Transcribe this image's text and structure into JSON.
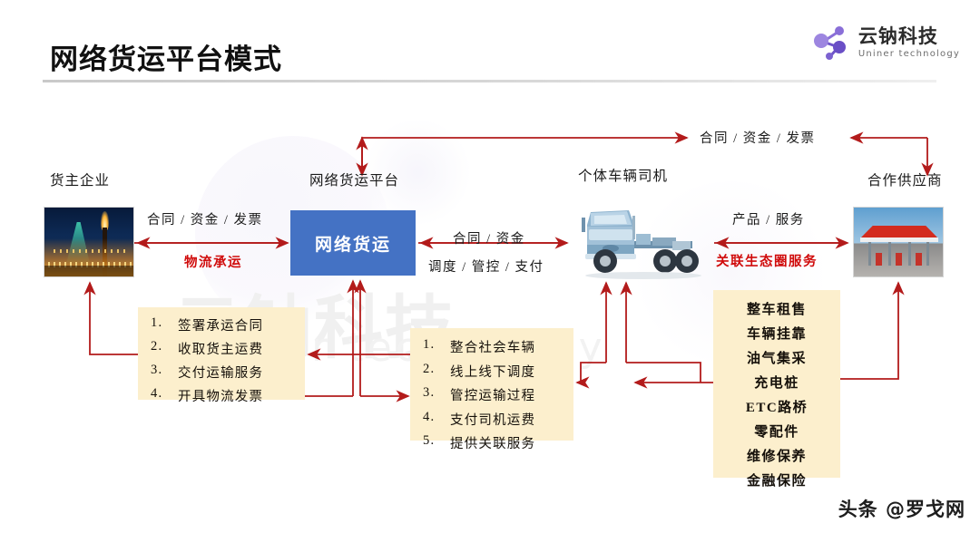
{
  "slide": {
    "title": "网络货运平台模式",
    "background_watermark_line1": "云钠科技",
    "background_watermark_line2": "Uniner technology"
  },
  "logo": {
    "icon": "molecule-node-icon",
    "name_cn": "云钠科技",
    "name_en": "Uniner technology",
    "accent_color": "#7b5fd6"
  },
  "nodes": {
    "shipper": {
      "label": "货主企业",
      "image": "industrial-plant-night-photo"
    },
    "platform": {
      "label": "网络货运平台",
      "box_text": "网络货运",
      "box_color": "#4472C4"
    },
    "driver": {
      "label": "个体车辆司机",
      "image": "blue-semi-truck-photo"
    },
    "supplier": {
      "label": "合作供应商",
      "image": "gas-station-photo"
    }
  },
  "flows": {
    "top_center": "合同 / 资金 / 发票",
    "shipper_platform_above": "合同 / 资金 / 发票",
    "shipper_platform_below": "物流承运",
    "platform_driver_above": "合同 / 资金",
    "platform_driver_below": "调度 / 管控 / 支付",
    "driver_supplier_above": "产品 / 服务",
    "driver_supplier_below": "关联生态圈服务",
    "red_color": "#D00B0B",
    "arrow_color": "#B31B1B"
  },
  "lists": {
    "shipper_side": {
      "items": [
        {
          "num": "1.",
          "text": "签署承运合同"
        },
        {
          "num": "2.",
          "text": "收取货主运费"
        },
        {
          "num": "3.",
          "text": "交付运输服务"
        },
        {
          "num": "4.",
          "text": "开具物流发票"
        }
      ]
    },
    "platform_side": {
      "items": [
        {
          "num": "1.",
          "text": "整合社会车辆"
        },
        {
          "num": "2.",
          "text": "线上线下调度"
        },
        {
          "num": "3.",
          "text": "管控运输过程"
        },
        {
          "num": "4.",
          "text": "支付司机运费"
        },
        {
          "num": "5.",
          "text": "提供关联服务"
        }
      ]
    },
    "supplier_side": {
      "items": [
        "整车租售",
        "车辆挂靠",
        "油气集采",
        "充电桩",
        "ETC路桥",
        "零配件",
        "维修保养",
        "金融保险"
      ]
    },
    "box_color": "#FCEFCD"
  },
  "watermark": {
    "corner": "头条 @罗戈网"
  }
}
